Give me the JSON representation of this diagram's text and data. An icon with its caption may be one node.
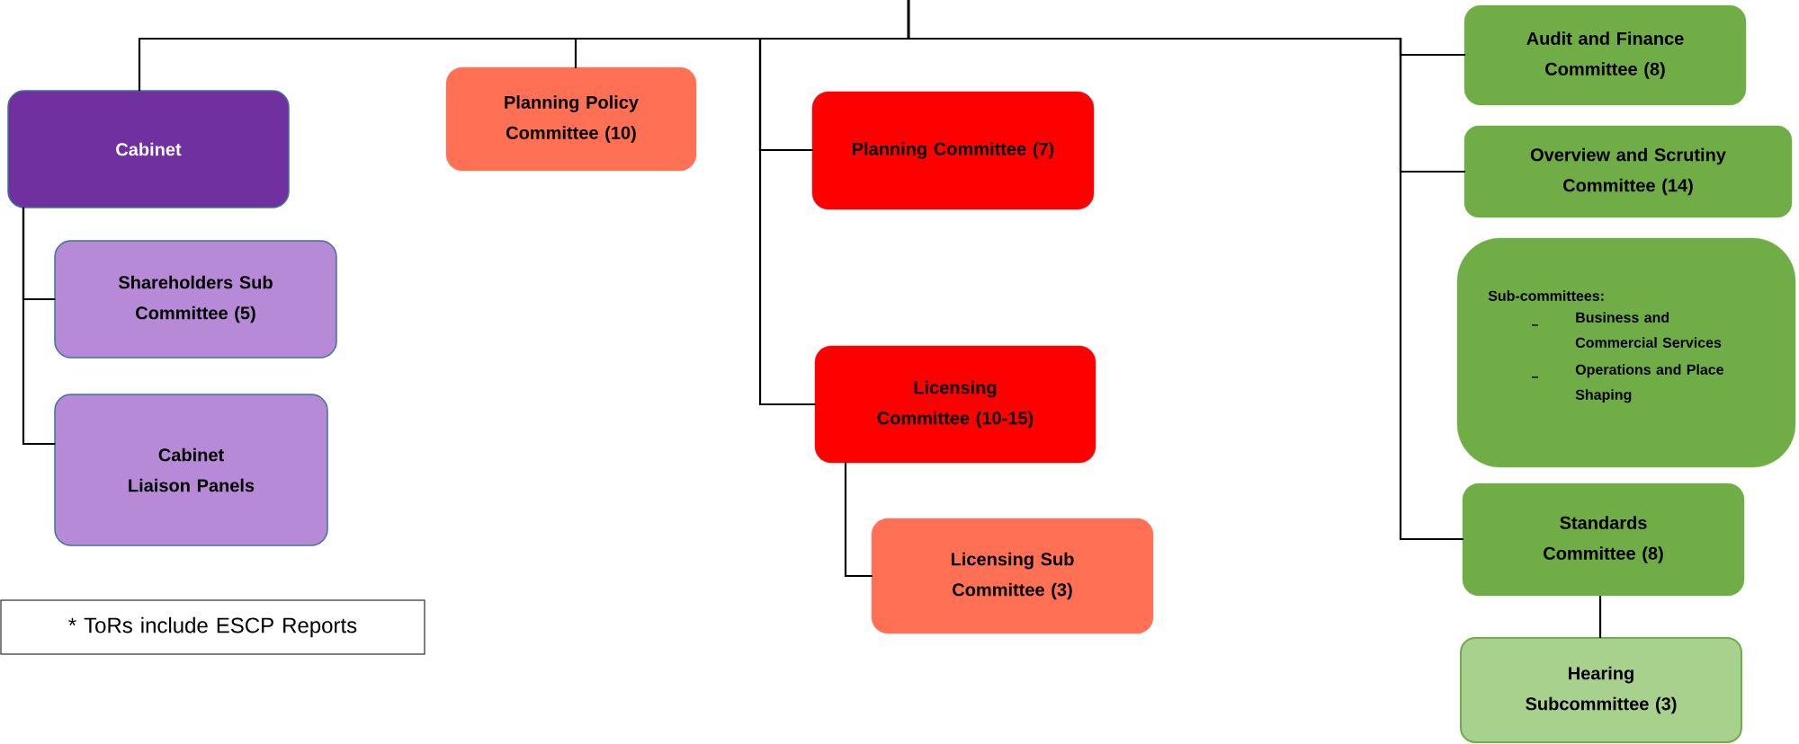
{
  "diagram": {
    "nodes": [
      {
        "text": [
          "Cabinet"
        ]
      },
      {
        "text": [
          "Shareholders Sub Committee (5)"
        ]
      },
      {
        "text": [
          "Cabinet Liaison Panels"
        ]
      },
      {
        "text": [
          "Planning Policy Committee (10)"
        ]
      },
      {
        "text": [
          "Planning Committee (7)"
        ]
      },
      {
        "text": [
          "Licensing Committee (10-15)"
        ]
      },
      {
        "text": [
          "Licensing Sub Committee (3)"
        ]
      },
      {
        "text": [
          "Audit and Finance Committee (8)"
        ]
      },
      {
        "text": [
          "Overview and Scrutiny Committee (14)"
        ]
      },
      {
        "text": [
          "Sub-committees:",
          "Business and Commercial Services",
          "Operations and Place Shaping"
        ]
      },
      {
        "text": [
          "Standards Committee (8)"
        ]
      },
      {
        "text": [
          "Hearing Subcommittee (3)"
        ]
      },
      {
        "text": [
          "* ToRs include ESCP Reports"
        ]
      }
    ],
    "edges": [
      {
        "from": null,
        "to": 0,
        "arrow": "none"
      },
      {
        "from": null,
        "to": 3,
        "arrow": "none"
      },
      {
        "from": null,
        "to": 4,
        "arrow": "none"
      },
      {
        "from": null,
        "to": 5,
        "arrow": "none"
      },
      {
        "from": null,
        "to": 7,
        "arrow": "none"
      },
      {
        "from": null,
        "to": 8,
        "arrow": "none"
      },
      {
        "from": null,
        "to": 10,
        "arrow": "none"
      },
      {
        "from": 0,
        "to": 1,
        "arrow": "none"
      },
      {
        "from": 0,
        "to": 2,
        "arrow": "none"
      },
      {
        "from": 5,
        "to": 6,
        "arrow": "none"
      },
      {
        "from": 10,
        "to": 11,
        "arrow": "none"
      }
    ]
  }
}
